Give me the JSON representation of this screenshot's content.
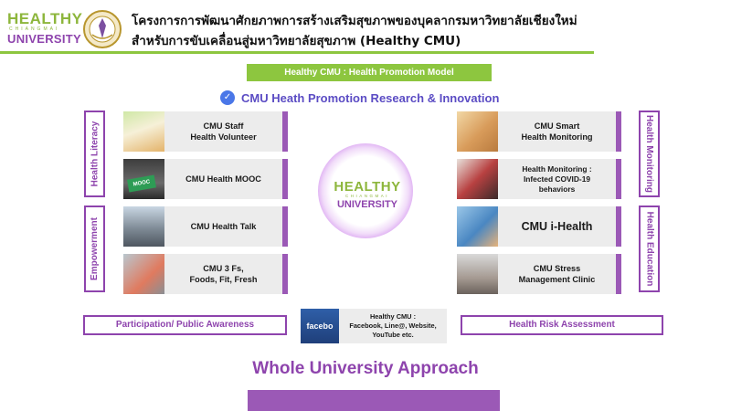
{
  "header": {
    "logo": {
      "healthy": "HEALTHY",
      "chiangmai": "CHIANGMAI",
      "university": "UNIVERSITY"
    },
    "title_line1": "โครงการการพัฒนาศักยภาพการสร้างเสริมสุขภาพของบุคลากรมหาวิทยาลัยเชียงใหม่",
    "title_line2": "สำหรับการขับเคลื่อนสู่มหาวิทยาลัยสุขภาพ (Healthy CMU)"
  },
  "model_banner": "Healthy CMU :  Health Promotion Model",
  "research": "CMU Heath Promotion Research & Innovation",
  "left_labels": {
    "top": "Health Literacy",
    "bottom": "Empowerment"
  },
  "right_labels": {
    "top": "Health Monitoring",
    "bottom": "Health Education"
  },
  "left_cards": [
    {
      "label": "CMU Staff\nHealth Volunteer",
      "image_icon": "volunteer-photo"
    },
    {
      "label": "CMU Health MOOC",
      "image_icon": "keyboard-mooc-photo",
      "image_text": "MOOC"
    },
    {
      "label": "CMU Health Talk",
      "image_icon": "audience-photo"
    },
    {
      "label": "CMU 3 Fs,\nFoods, Fit, Fresh",
      "image_icon": "runner-shoes-photo"
    }
  ],
  "right_cards": [
    {
      "label": "CMU Smart\nHealth Monitoring",
      "image_icon": "smartwatch-photo"
    },
    {
      "label": "Health Monitoring :\nInfected COVID-19\nbehaviors",
      "image_icon": "mask-woman-photo"
    },
    {
      "label": "CMU i-Health",
      "image_icon": "data-chart-photo"
    },
    {
      "label": "CMU Stress\nManagement Clinic",
      "image_icon": "stress-photo"
    }
  ],
  "center_logo": {
    "healthy": "HEALTHY",
    "chiangmai": "CHIANGMAI",
    "university": "UNIVERSITY"
  },
  "participation": "Participation/ Public Awareness",
  "risk": "Health Risk Assessment",
  "social": {
    "image_text": "facebo",
    "label": "Healthy CMU :\nFacebook, Line@, Website,\nYouTube etc."
  },
  "approach": "Whole University Approach",
  "colors": {
    "green": "#8dc63f",
    "purple": "#8e44ad",
    "blue": "#4a77e8"
  }
}
